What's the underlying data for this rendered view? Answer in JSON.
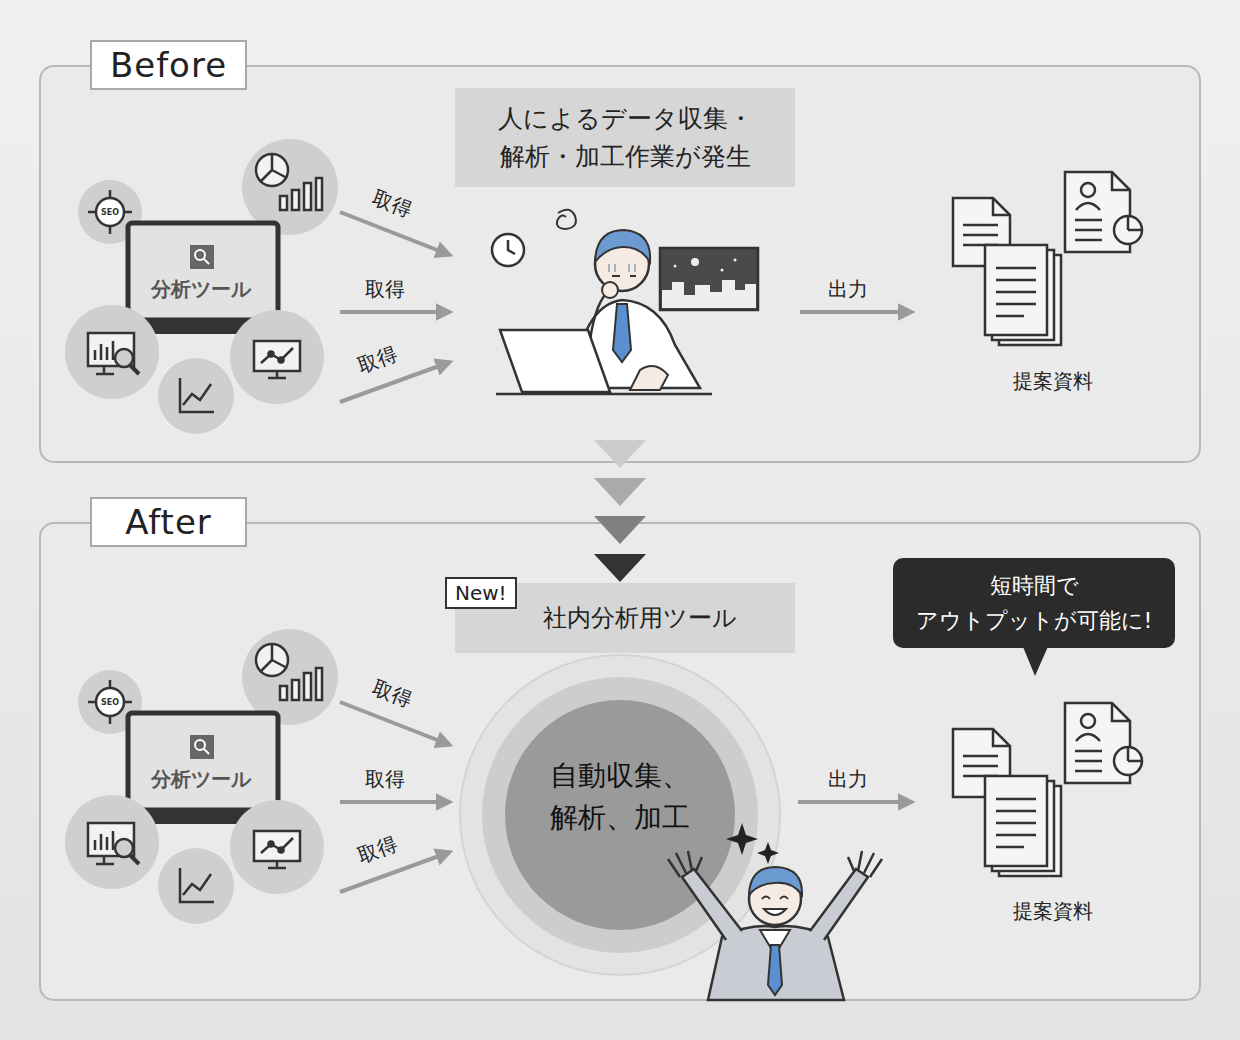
{
  "diagram": {
    "nodes": [
      {
        "text": [
          "Before"
        ]
      },
      {
        "text": [
          "分析ツール"
        ],
        "in": 0
      },
      {
        "text": [
          "人によるデータ収集・ 解析・加工作業が発生"
        ],
        "in": 0
      },
      {
        "text": [
          "提案資料"
        ],
        "in": 0
      },
      {
        "text": [
          "After"
        ]
      },
      {
        "text": [
          "分析ツール"
        ],
        "in": 4
      },
      {
        "text": [
          "社内分析用ツール"
        ],
        "in": 4
      },
      {
        "text": [
          "New!"
        ],
        "in": 4
      },
      {
        "text": [
          "自動収集、 解析、加工"
        ],
        "in": 4
      },
      {
        "text": [
          "提案資料"
        ],
        "in": 4
      },
      {
        "text": [
          "短時間で アウトプットが可能に!"
        ],
        "in": 4
      }
    ],
    "edges": [
      {
        "from": 1,
        "to": 2,
        "label": "取得",
        "arrow": "to"
      },
      {
        "from": 1,
        "to": 2,
        "label": "取得",
        "arrow": "to"
      },
      {
        "from": 1,
        "to": 2,
        "label": "取得",
        "arrow": "to"
      },
      {
        "from": 2,
        "to": 3,
        "label": "出力",
        "arrow": "to"
      },
      {
        "from": 0,
        "to": 4,
        "arrow": "to"
      },
      {
        "from": 5,
        "to": 8,
        "label": "取得",
        "arrow": "to"
      },
      {
        "from": 5,
        "to": 8,
        "label": "取得",
        "arrow": "to"
      },
      {
        "from": 5,
        "to": 8,
        "label": "取得",
        "arrow": "to"
      },
      {
        "from": 8,
        "to": 9,
        "label": "出力",
        "arrow": "to"
      }
    ],
    "labels": [
      "SEO",
      "SEO"
    ]
  }
}
